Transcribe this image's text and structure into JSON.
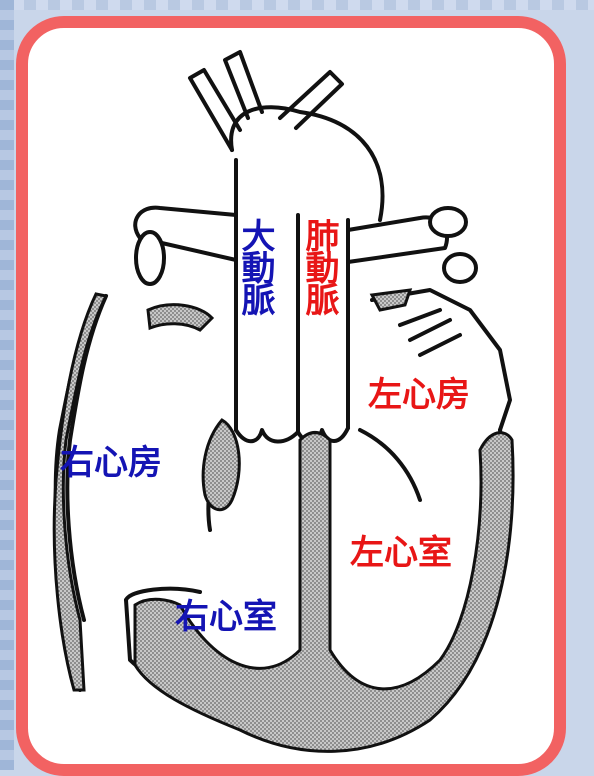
{
  "labels": {
    "aorta": "大動脈",
    "pulmonary_artery": "肺動脈",
    "left_atrium": "左心房",
    "right_atrium": "右心房",
    "left_ventricle": "左心室",
    "right_ventricle": "右心室"
  },
  "colors": {
    "frame": "#f26262",
    "right_side_text": "#1414b4",
    "left_side_text": "#e81616"
  }
}
